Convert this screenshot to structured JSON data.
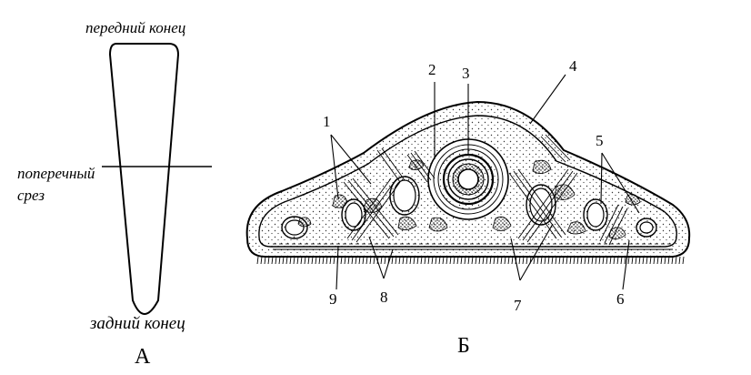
{
  "panel_a": {
    "anterior_end": "передний конец",
    "cross_section_line1": "поперечный",
    "cross_section_line2": "срез",
    "posterior_end": "задний конец",
    "letter": "А"
  },
  "panel_b": {
    "letter": "Б",
    "callouts": [
      "1",
      "2",
      "3",
      "4",
      "5",
      "6",
      "7",
      "8",
      "9"
    ]
  }
}
